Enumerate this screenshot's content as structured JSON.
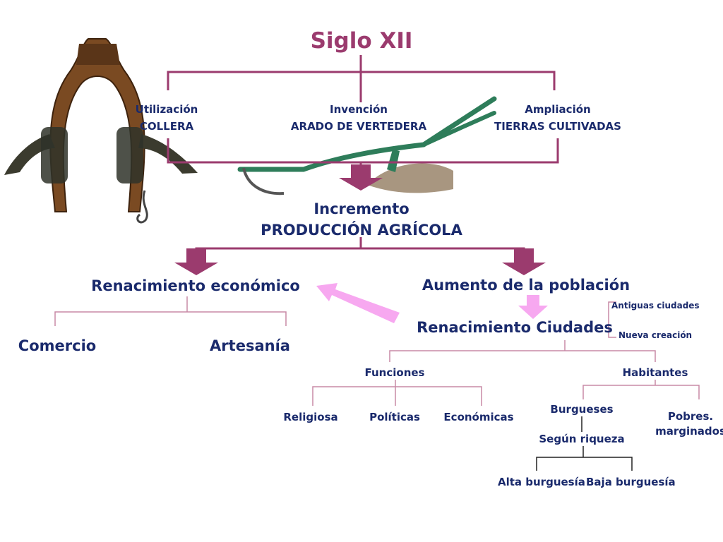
{
  "title": "Siglo XII",
  "top": {
    "left": {
      "line1": "Utilización",
      "line2": "COLLERA"
    },
    "center": {
      "line1": "Invención",
      "line2": "ARADO DE VERTEDERA"
    },
    "right": {
      "line1": "Ampliación",
      "line2": "TIERRAS CULTIVADAS"
    }
  },
  "increment": {
    "line1": "Incremento",
    "line2": "PRODUCCIÓN AGRÍCOLA"
  },
  "economic": {
    "title": "Renacimiento económico",
    "children": [
      "Comercio",
      "Artesanía"
    ]
  },
  "population": {
    "title": "Aumento de la población"
  },
  "cities": {
    "title": "Renacimiento Ciudades",
    "types": [
      "Antiguas ciudades",
      "Nueva creación"
    ],
    "functions": {
      "label": "Funciones",
      "items": [
        "Religiosa",
        "Políticas",
        "Económicas"
      ]
    },
    "inhabitants": {
      "label": "Habitantes",
      "burgueses": "Burgueses",
      "pobres": {
        "line1": "Pobres.",
        "line2": "marginados"
      },
      "segun": "Según riqueza",
      "classes": [
        "Alta burguesía",
        "Baja burguesía"
      ]
    }
  },
  "colors": {
    "frame": "#9b3b6e",
    "text": "#1a2a6c",
    "pink": "#f7a8f0",
    "branch": "#c88aa6"
  },
  "icons": [
    "horse-collar-image",
    "moldboard-plow-image"
  ]
}
